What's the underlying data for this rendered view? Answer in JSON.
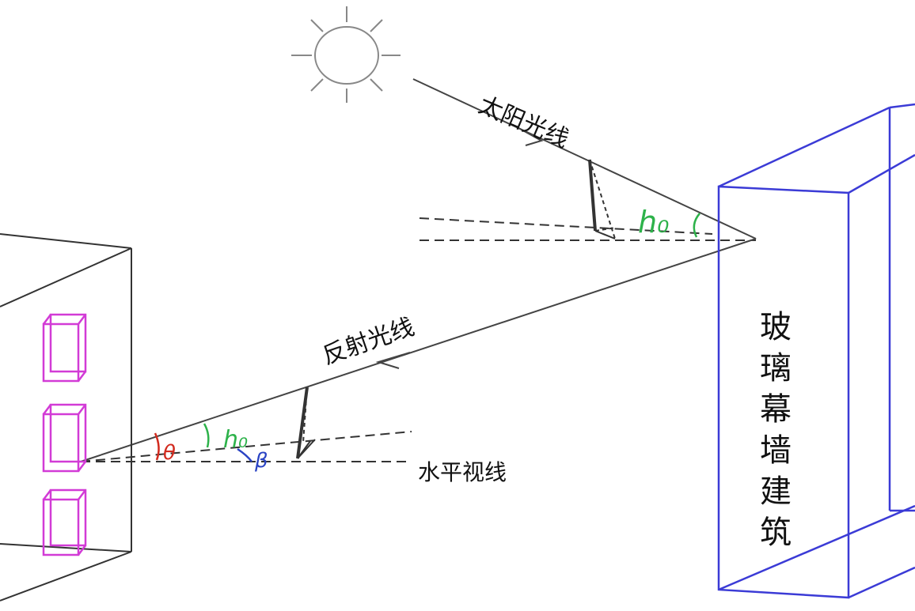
{
  "labels": {
    "sun_ray": "太阳光线",
    "reflected_ray": "反射光线",
    "horizontal_sightline": "水平视线",
    "glass_curtain_building": "玻璃幕墙建筑"
  },
  "symbols": {
    "h0_sun": "h₀",
    "h0_reflected": "h₀",
    "theta": "θ",
    "beta": "β"
  },
  "colors": {
    "lines": "#333333",
    "glass_building": "#3b3bd6",
    "windows": "#d23bd6",
    "angle_h0": "#2db24a",
    "angle_theta": "#d22a1e",
    "angle_beta": "#2a43c4"
  }
}
